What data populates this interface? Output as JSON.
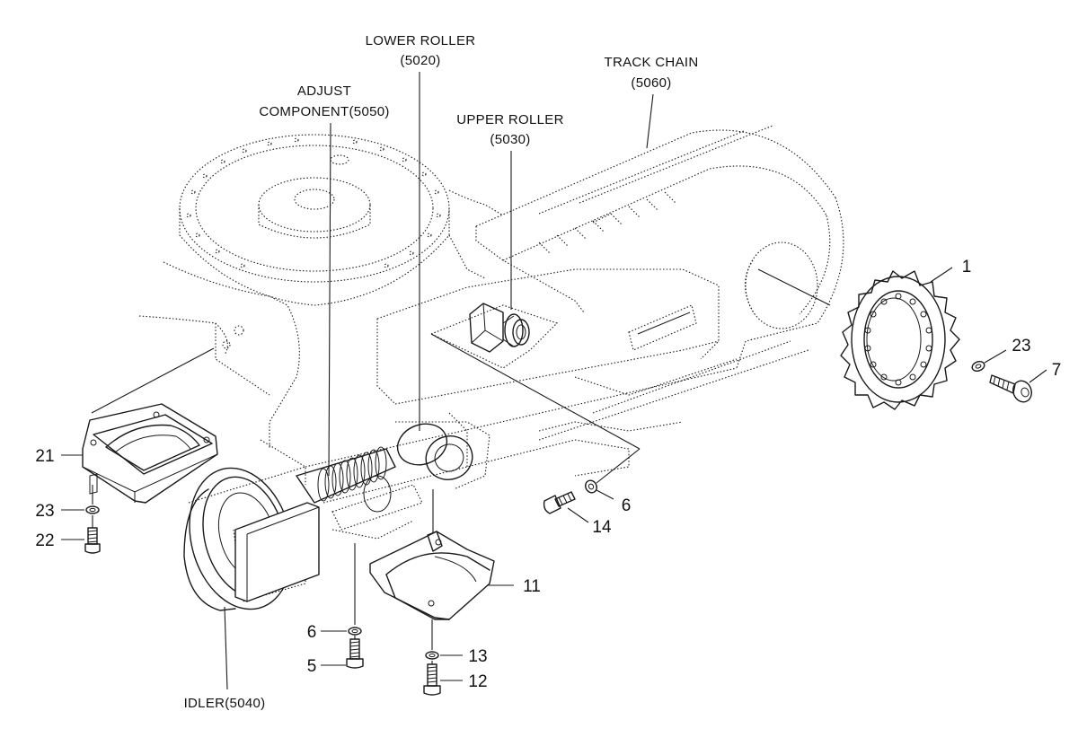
{
  "components": [
    {
      "id": "lower-roller",
      "name": "LOWER ROLLER",
      "code": "(5020)"
    },
    {
      "id": "track-chain",
      "name": "TRACK CHAIN",
      "code": "(5060)"
    },
    {
      "id": "adjust-component",
      "name": "ADJUST",
      "name2": "COMPONENT(5050)"
    },
    {
      "id": "upper-roller",
      "name": "UPPER ROLLER",
      "code": "(5030)"
    },
    {
      "id": "idler",
      "name": "IDLER(5040)"
    }
  ],
  "callouts": [
    "1",
    "23",
    "7",
    "21",
    "23",
    "22",
    "6",
    "14",
    "11",
    "6",
    "5",
    "13",
    "12"
  ]
}
